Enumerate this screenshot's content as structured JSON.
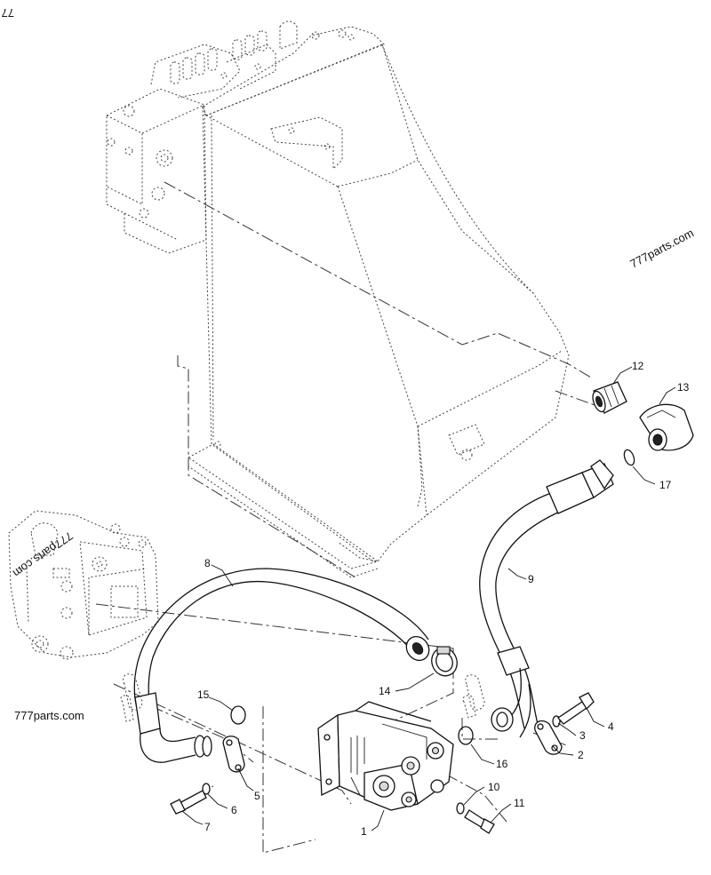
{
  "watermarks": {
    "corner": "77",
    "tank": "777parts.com",
    "valve": "777parts.com",
    "bottom": "777parts.com"
  },
  "callouts": [
    {
      "id": "c1",
      "num": "1"
    },
    {
      "id": "c2",
      "num": "2"
    },
    {
      "id": "c3",
      "num": "3"
    },
    {
      "id": "c4",
      "num": "4"
    },
    {
      "id": "c5",
      "num": "5"
    },
    {
      "id": "c6",
      "num": "6"
    },
    {
      "id": "c7",
      "num": "7"
    },
    {
      "id": "c8",
      "num": "8"
    },
    {
      "id": "c9",
      "num": "9"
    },
    {
      "id": "c10",
      "num": "10"
    },
    {
      "id": "c11",
      "num": "11"
    },
    {
      "id": "c12",
      "num": "12"
    },
    {
      "id": "c13",
      "num": "13"
    },
    {
      "id": "c14",
      "num": "14"
    },
    {
      "id": "c15",
      "num": "15"
    },
    {
      "id": "c16",
      "num": "16"
    },
    {
      "id": "c17",
      "num": "17"
    }
  ]
}
